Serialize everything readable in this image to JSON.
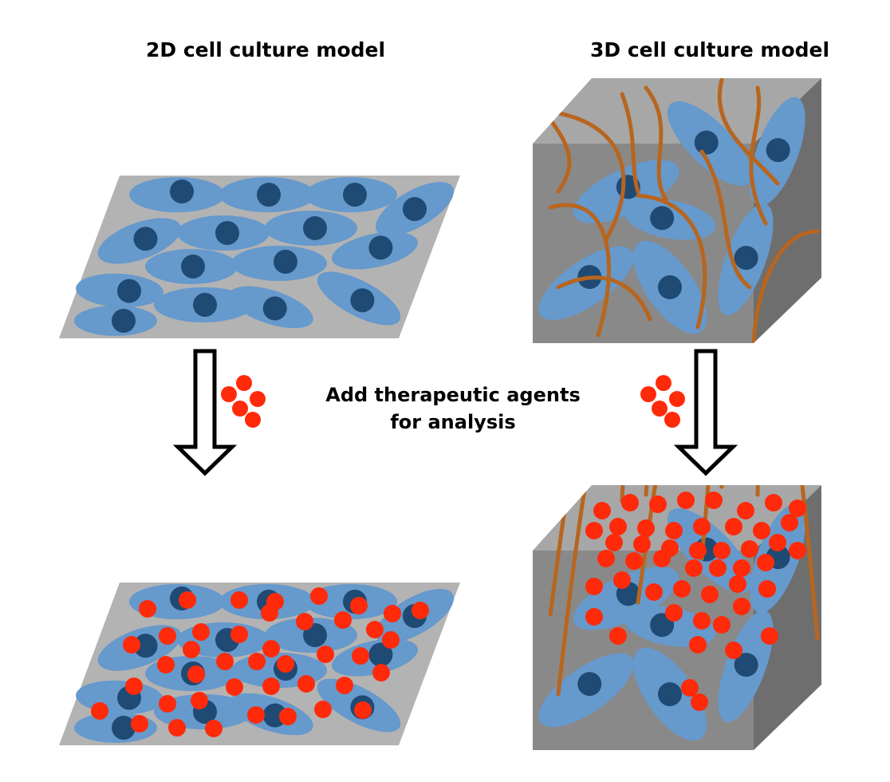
{
  "titles": {
    "model_2d": "2D cell culture model",
    "model_3d": "3D cell culture model"
  },
  "middle_label": {
    "line1": "Add therapeutic agents",
    "line2": "for analysis"
  },
  "colors": {
    "surface": "#b3b3b3",
    "cube_front": "#898989",
    "cube_top": "#a7a7a7",
    "cube_side": "#6e6e6e",
    "cell": "#6699cc",
    "nucleus": "#1f4a73",
    "fiber": "#b8651f",
    "agent": "#ff2a0a",
    "arrow_stroke": "#000000",
    "arrow_fill": "#ffffff"
  },
  "icons": {
    "arrow": "down-arrow-icon",
    "agent_cluster": "red-particle-cluster-icon"
  }
}
